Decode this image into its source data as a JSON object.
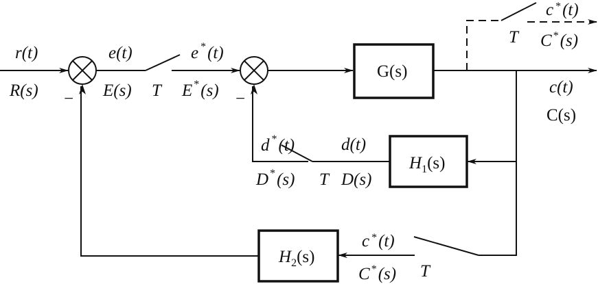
{
  "diagram": {
    "title": "Sampled-data control system with two feedback loops",
    "blocks": {
      "G": "G(s)",
      "H1": {
        "name": "H",
        "sub": "1",
        "arg": "(s)"
      },
      "H2": {
        "name": "H",
        "sub": "2",
        "arg": "(s)"
      }
    },
    "summing_junctions": [
      {
        "id": "sum1",
        "minus_sign": "−"
      },
      {
        "id": "sum2",
        "minus_sign": "−"
      }
    ],
    "signals": {
      "input_time": "r(t)",
      "input_s": "R(s)",
      "error_time": "e(t)",
      "error_s": "E(s)",
      "sampled_error_time": {
        "base": "e",
        "star": "*",
        "arg": "(t)"
      },
      "sampled_error_s": {
        "base": "E",
        "star": "*",
        "arg": "(s)"
      },
      "output_time": "c(t)",
      "output_s": "C(s)",
      "sampled_output_time": {
        "base": "c",
        "star": "*",
        "arg": "(t)"
      },
      "sampled_output_s": {
        "base": "C",
        "star": "*",
        "arg": "(s)"
      },
      "inner_fb_time": "d(t)",
      "inner_fb_s": "D(s)",
      "sampled_inner_fb_time": {
        "base": "d",
        "star": "*",
        "arg": "(t)"
      },
      "sampled_inner_fb_s": {
        "base": "D",
        "star": "*",
        "arg": "(s)"
      },
      "outer_fb_sampled_time": {
        "base": "c",
        "star": "*",
        "arg": "(t)"
      },
      "outer_fb_sampled_s": {
        "base": "C",
        "star": "*",
        "arg": "(s)"
      }
    },
    "samplers": [
      {
        "id": "sampler-error",
        "period": "T"
      },
      {
        "id": "sampler-output",
        "period": "T"
      },
      {
        "id": "sampler-inner",
        "period": "T"
      },
      {
        "id": "sampler-outer",
        "period": "T"
      }
    ]
  }
}
